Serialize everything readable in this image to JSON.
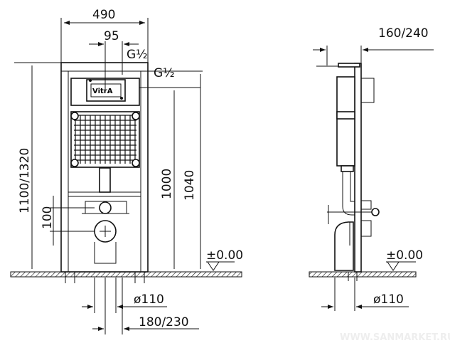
{
  "front_view": {
    "dim_width": "490",
    "dim_inlet_offset": "95",
    "inlet_top": "G½",
    "inlet_side": "G½",
    "brand": "VitrA",
    "dim_height": "1100/1320",
    "dim_1000": "1000",
    "dim_1040": "1040",
    "dim_100": "100",
    "level": "±0.00",
    "dim_drain": "ø110",
    "dim_180_230": "180/230"
  },
  "side_view": {
    "dim_depth": "160/240",
    "level": "±0.00",
    "dim_drain": "ø110"
  },
  "watermark": "WWW.SANMARKET.RU"
}
